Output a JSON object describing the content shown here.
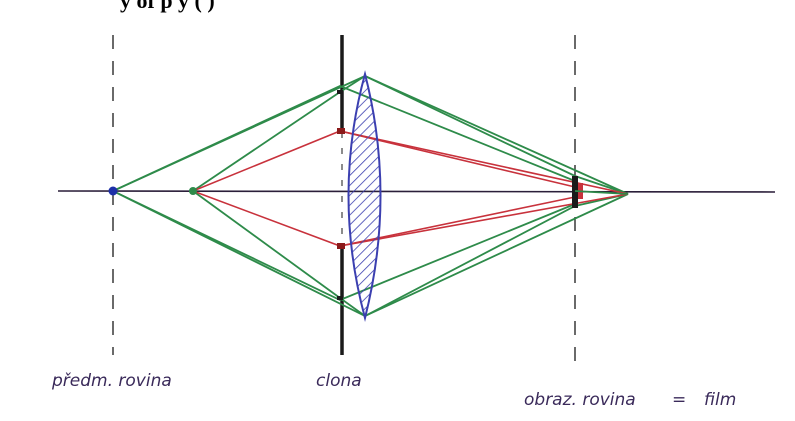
{
  "title": "y of p y ( )",
  "labels": {
    "object_plane": "předm. rovina",
    "aperture": "clona",
    "image_plane": "obraz. rovina",
    "equals": "=",
    "film": "film"
  },
  "colors": {
    "axis": "#2b1f3a",
    "green_rays": "#2e8b4a",
    "red_rays": "#c8323c",
    "lens_hatch": "#3b3fb0",
    "dashed": "#1a1a1a",
    "object_point": "#1d2fa8",
    "label": "#3a2a5a"
  }
}
